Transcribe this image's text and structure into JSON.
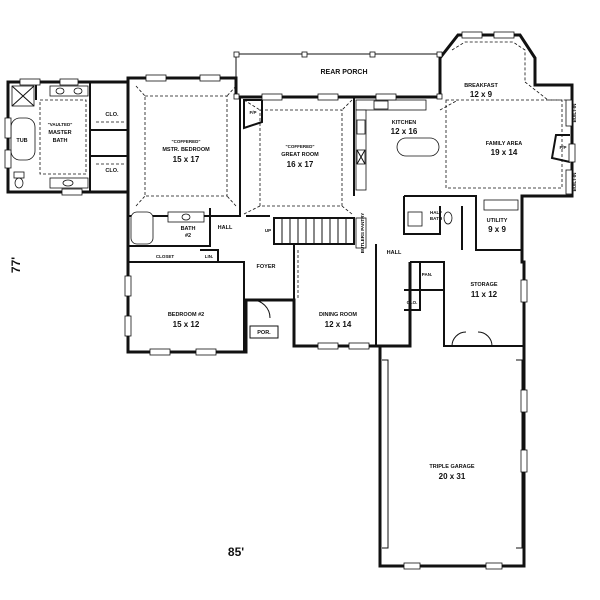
{
  "dimensions": {
    "width": "85'",
    "depth": "77'"
  },
  "rooms": {
    "rear_porch": {
      "name": "REAR PORCH"
    },
    "master_bath": {
      "qualifier": "\"VAULTED\"",
      "name": "MASTER",
      "name2": "BATH"
    },
    "tub": {
      "name": "TUB"
    },
    "closet_1": {
      "name": "CLO."
    },
    "closet_2": {
      "name": "CLO."
    },
    "master_bedroom": {
      "qualifier": "\"COFFERED\"",
      "name": "MSTR. BEDROOM",
      "dims": "15 x 17"
    },
    "great_room": {
      "qualifier": "\"COFFERED\"",
      "name": "GREAT ROOM",
      "dims": "16 x 17"
    },
    "fireplace_great": {
      "name": "F/P"
    },
    "kitchen": {
      "name": "KITCHEN",
      "dims": "12 x 16"
    },
    "breakfast": {
      "name": "BREAKFAST",
      "dims": "12 x 9"
    },
    "family_area": {
      "name": "FAMILY AREA",
      "dims": "19 x 14"
    },
    "fireplace_family": {
      "name": "F/P"
    },
    "built_in_top": {
      "name": "BUILT-IN"
    },
    "built_in_bottom": {
      "name": "BUILT-IN"
    },
    "bath_2": {
      "name": "BATH",
      "number": "#2"
    },
    "hall_west": {
      "name": "HALL"
    },
    "closet_bedroom": {
      "name": "CLOSET"
    },
    "linen": {
      "name": "LIN."
    },
    "up": {
      "name": "UP"
    },
    "butlers_pantry": {
      "name": "BUTLERS PANTRY"
    },
    "half_bath": {
      "name": "HALF",
      "name2": "BATH"
    },
    "utility": {
      "name": "UTILITY",
      "dims": "9 x 9"
    },
    "hall_east": {
      "name": "HALL"
    },
    "foyer": {
      "name": "FOYER"
    },
    "pantry": {
      "name": "PAN."
    },
    "storage": {
      "name": "STORAGE",
      "dims": "11 x 12"
    },
    "closet_small": {
      "name": "CLO."
    },
    "bedroom_2": {
      "name": "BEDROOM #2",
      "dims": "15 x 12"
    },
    "porch": {
      "name": "POR."
    },
    "dining_room": {
      "name": "DINING ROOM",
      "dims": "12 x 14"
    },
    "triple_garage": {
      "name": "TRIPLE GARAGE",
      "dims": "20 x 31"
    }
  }
}
